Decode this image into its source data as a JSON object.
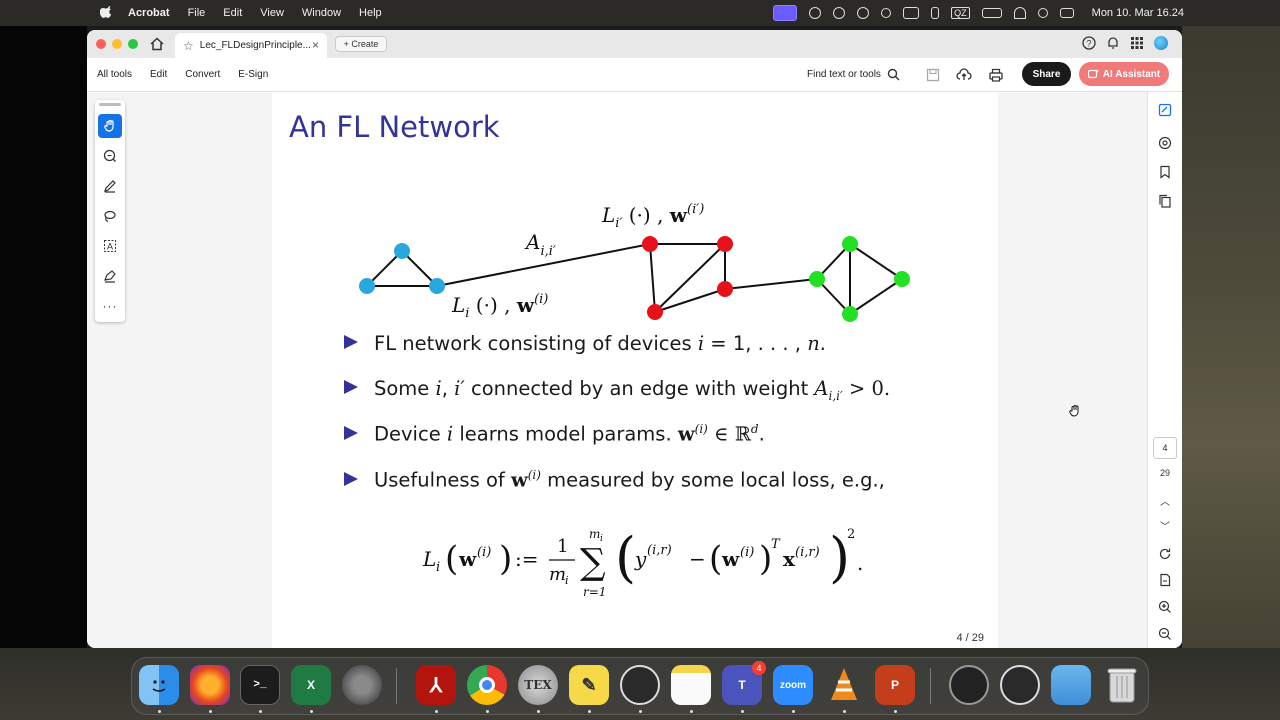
{
  "menubar": {
    "app_name": "Acrobat",
    "menus": [
      "File",
      "Edit",
      "View",
      "Window",
      "Help"
    ],
    "clock": "Mon 10. Mar 16.24",
    "status_label": "QZ"
  },
  "window": {
    "tab_title": "Lec_FLDesignPrinciple...",
    "create_label": "+ Create"
  },
  "toolbar": {
    "all_tools": "All tools",
    "edit": "Edit",
    "convert": "Convert",
    "esign": "E-Sign",
    "find": "Find text or tools",
    "share": "Share",
    "ai_assistant": "AI Assistant"
  },
  "slide": {
    "title": "An FL Network",
    "graph": {
      "edge_label": "A",
      "edge_label_sub": "i,i′",
      "node_i_label": "L",
      "node_i_sub": "i",
      "node_i_rest": " (·) , ",
      "node_i_w": "w",
      "node_i_sup": "(i)",
      "node_ip_label": "L",
      "node_ip_sub": "i′",
      "node_ip_rest": " (·) , ",
      "node_ip_w": "w",
      "node_ip_sup": "(i′)",
      "colors": {
        "cluster1": "#29a8e0",
        "cluster2": "#e8101a",
        "cluster3": "#22e022"
      }
    },
    "bullets": {
      "b1_text": "FL network consisting of devices ",
      "b1_math": "i",
      "b1_math2": " = 1, . . . , ",
      "b1_math3": "n",
      "b1_end": ".",
      "b2_text": "Some ",
      "b2_math": "i",
      "b2_mid": ", ",
      "b2_math2": "i′",
      "b2_text2": " connected by an edge with weight ",
      "b2_math3": "A",
      "b2_sub": "i,i′",
      "b2_end": " > 0.",
      "b3_text": "Device ",
      "b3_math": "i",
      "b3_text2": " learns model params. ",
      "b3_w": "w",
      "b3_sup": "(i)",
      "b3_in": " ∈ ℝ",
      "b3_d": "d",
      "b3_end": ".",
      "b4_text": "Usefulness of ",
      "b4_w": "w",
      "b4_sup": "(i)",
      "b4_text2": " measured by some local loss, e.g.,"
    },
    "formula": {
      "lhs": "L",
      "lhs_sub": "i",
      "lhs_arg_w": "w",
      "lhs_arg_sup": "(i)",
      "assign": ":=",
      "frac_num": "1",
      "frac_den": "m",
      "frac_den_sub": "i",
      "sum_top": "m",
      "sum_top_sub": "i",
      "sum_bot": "r=1",
      "y": "y",
      "y_sup": "(i,r)",
      "minus": "−",
      "w": "w",
      "w_sup": "(i)",
      "T": "T",
      "x": "x",
      "x_sup": "(i,r)",
      "pow": "2",
      "end": "."
    },
    "page_number": "4 / 29"
  },
  "right_rail": {
    "current_page": "4",
    "total_pages": "29"
  },
  "dock": {
    "teams_badge": "4",
    "zoom_label": "zoom",
    "tex_label": "TEX"
  }
}
